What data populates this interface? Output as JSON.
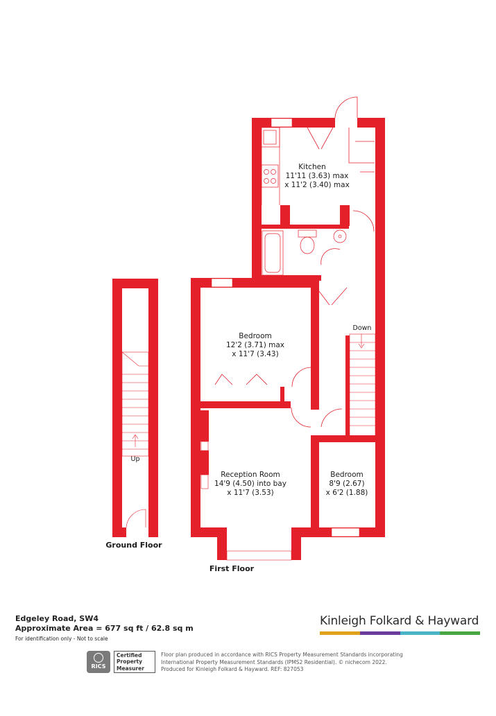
{
  "rooms": {
    "kitchen": {
      "name": "Kitchen",
      "dim1": "11'11 (3.63) max",
      "dim2": "x 11'2 (3.40) max"
    },
    "bedroom1": {
      "name": "Bedroom",
      "dim1": "12'2 (3.71) max",
      "dim2": "x 11'7 (3.43)"
    },
    "reception": {
      "name": "Reception Room",
      "dim1": "14'9 (4.50) into bay",
      "dim2": "x 11'7 (3.53)"
    },
    "bedroom2": {
      "name": "Bedroom",
      "dim1": "8'9 (2.67)",
      "dim2": "x 6'2 (1.88)"
    }
  },
  "stairs": {
    "down": "Down",
    "up": "Up"
  },
  "floors": {
    "ground": "Ground Floor",
    "first": "First Floor"
  },
  "property": {
    "address": "Edgeley Road, SW4",
    "area": "Approximate Area = 677 sq ft / 62.8 sq m",
    "note": "For identification only - Not to scale"
  },
  "brand": {
    "name": "Kinleigh Folkard & Hayward",
    "bar_colors": [
      "#e0a21a",
      "#6a3b9a",
      "#49b3c8",
      "#47a542"
    ]
  },
  "rics": {
    "badge": "RICS",
    "line1": "Certified",
    "line2": "Property",
    "line3": "Measurer"
  },
  "disclaimer": {
    "line1": "Floor plan produced in accordance with RICS Property Measurement Standards incorporating",
    "line2": "International Property Measurement Standards (IPMS2 Residential). © nichecom 2022.",
    "line3": "Produced for Kinleigh Folkard & Hayward.   REF: 827053"
  },
  "colors": {
    "wall": "#e4202b",
    "fixture": "#e4202b",
    "floor": "#ffffff"
  }
}
